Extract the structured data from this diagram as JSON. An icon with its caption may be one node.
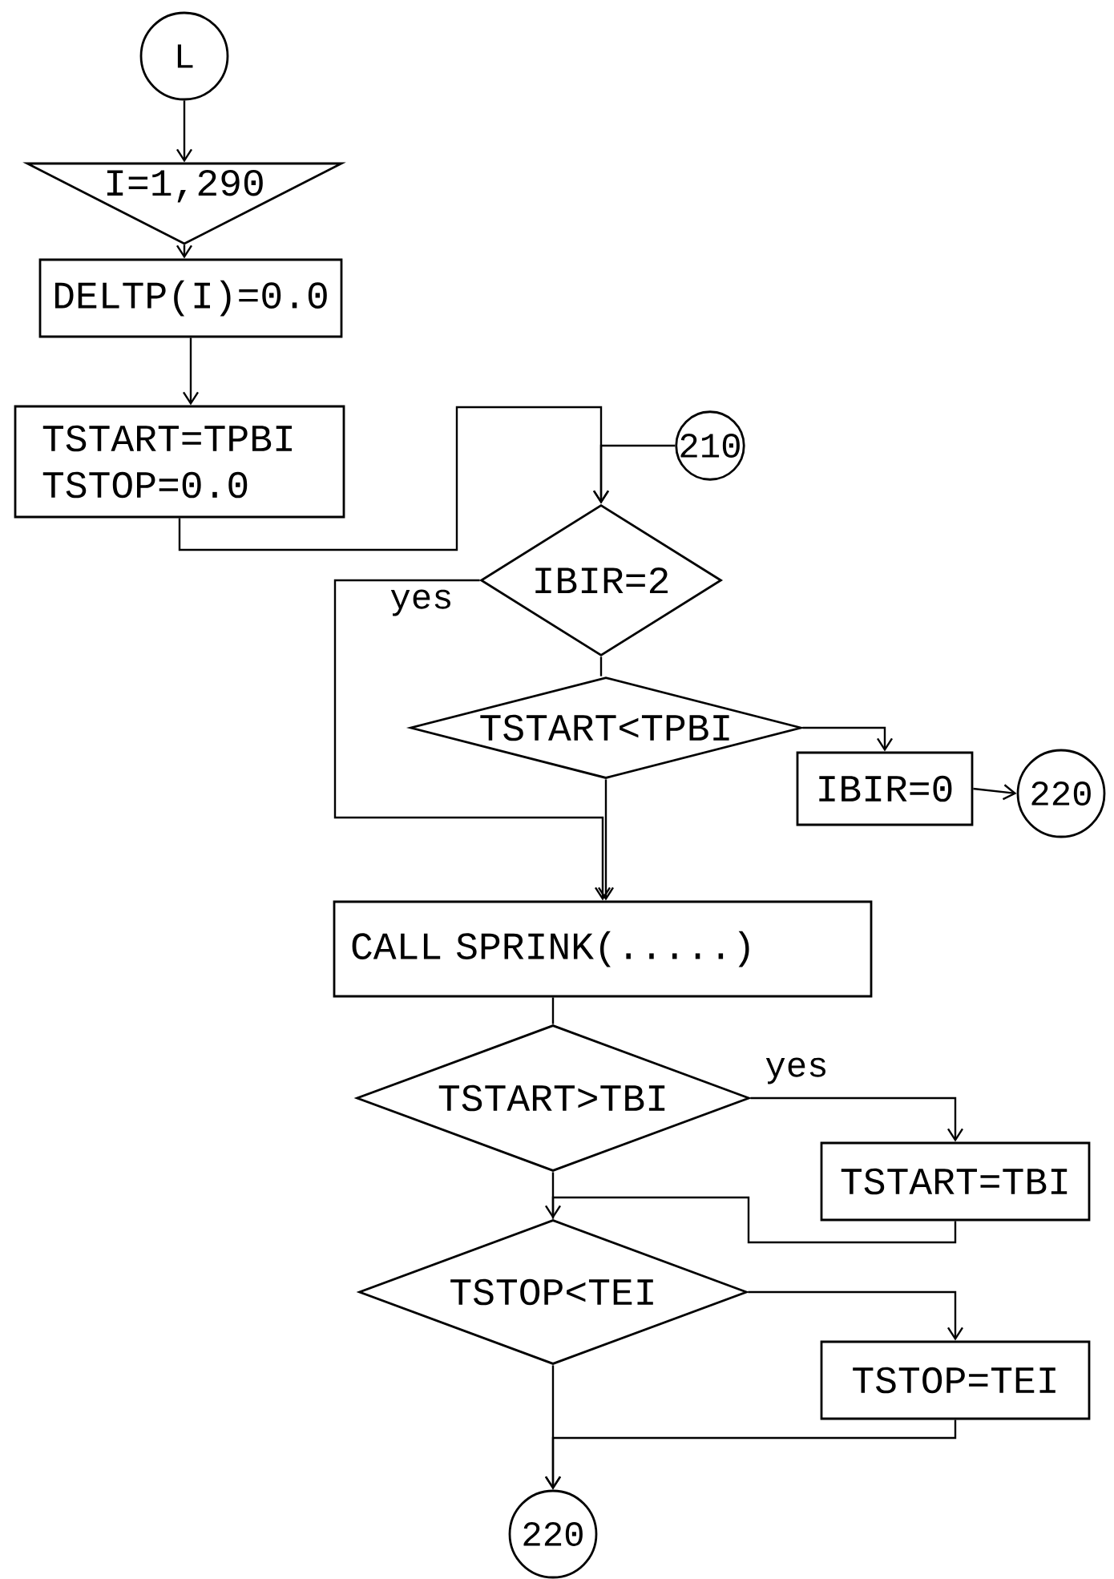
{
  "diagram": {
    "nodes": [
      {
        "text": [
          "L"
        ]
      },
      {
        "text": [
          "I=1,290"
        ]
      },
      {
        "text": [
          "DELTP(I)=0.0"
        ]
      },
      {
        "text": [
          "TSTART=TPBI TSTOP=0.0"
        ]
      },
      {
        "text": [
          "210"
        ]
      },
      {
        "text": [
          "IBIR=2"
        ]
      },
      {
        "text": [
          "TSTART<TPBI"
        ]
      },
      {
        "text": [
          "IBIR=0"
        ]
      },
      {
        "text": [
          "220"
        ]
      },
      {
        "text": [
          "CALL SPRINK(.....)"
        ]
      },
      {
        "text": [
          "TSTART>TBI"
        ]
      },
      {
        "text": [
          "TSTART=TBI"
        ]
      },
      {
        "text": [
          "TSTOP<TEI"
        ]
      },
      {
        "text": [
          "TSTOP=TEI"
        ]
      },
      {
        "text": [
          "220"
        ]
      }
    ],
    "edges": [
      {
        "from": 0,
        "to": 1,
        "arrow": "to"
      },
      {
        "from": 1,
        "to": 2,
        "arrow": "to"
      },
      {
        "from": 2,
        "to": 3,
        "arrow": "to"
      },
      {
        "from": 3,
        "to": 5,
        "arrow": "to"
      },
      {
        "from": 4,
        "to": 5,
        "arrow": "to"
      },
      {
        "from": 5,
        "to": 9,
        "arrow": "to",
        "label": "yes"
      },
      {
        "from": 5,
        "to": 6,
        "arrow": "none"
      },
      {
        "from": 6,
        "to": 9,
        "arrow": "to"
      },
      {
        "from": 6,
        "to": 7,
        "arrow": "to"
      },
      {
        "from": 7,
        "to": 8,
        "arrow": "to"
      },
      {
        "from": 9,
        "to": 10,
        "arrow": "none"
      },
      {
        "from": 10,
        "to": 11,
        "arrow": "to",
        "label": "yes"
      },
      {
        "from": 11,
        "to": 12,
        "arrow": "to"
      },
      {
        "from": 10,
        "to": 12,
        "arrow": "none"
      },
      {
        "from": 12,
        "to": 13,
        "arrow": "to"
      },
      {
        "from": 13,
        "to": 14,
        "arrow": "to"
      },
      {
        "from": 12,
        "to": 14,
        "arrow": "to"
      }
    ]
  }
}
